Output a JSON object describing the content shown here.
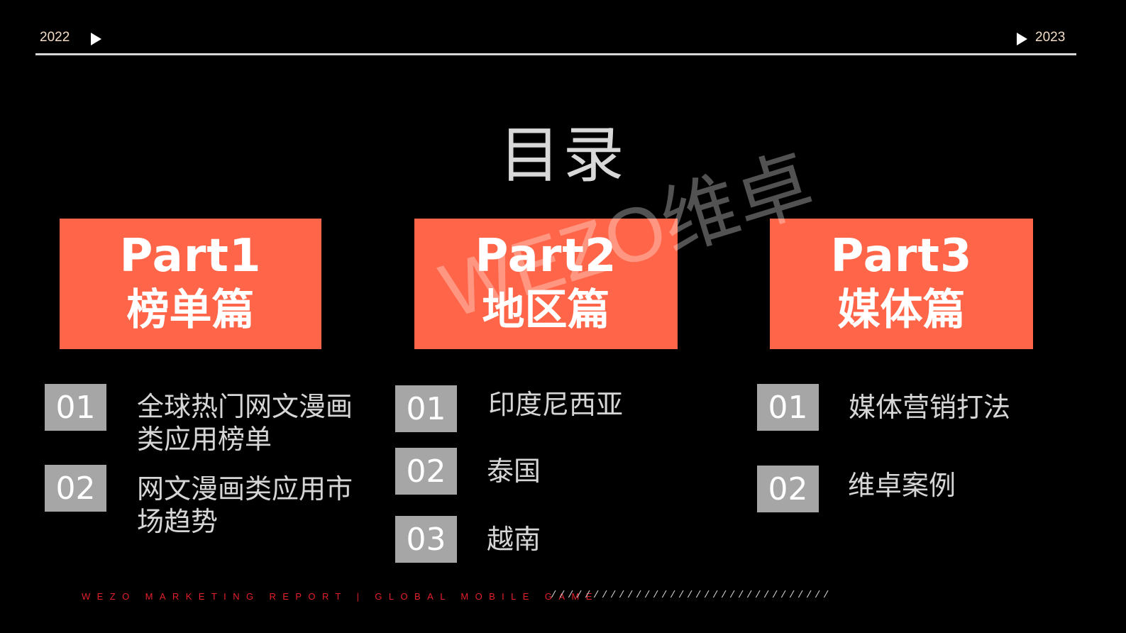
{
  "header": {
    "year_left": "2022",
    "year_right": "2023"
  },
  "title": "目录",
  "watermark": "WEZO维卓",
  "parts": [
    {
      "label": "Part1",
      "name": "榜单篇"
    },
    {
      "label": "Part2",
      "name": "地区篇"
    },
    {
      "label": "Part3",
      "name": "媒体篇"
    }
  ],
  "part1_items": [
    {
      "num": "01",
      "text_line1": "全球热门网文漫画",
      "text_line2": "类应用榜单"
    },
    {
      "num": "02",
      "text_line1": "网文漫画类应用市",
      "text_line2": "场趋势"
    }
  ],
  "part2_items": [
    {
      "num": "01",
      "text": "印度尼西亚"
    },
    {
      "num": "02",
      "text": "泰国"
    },
    {
      "num": "03",
      "text": "越南"
    }
  ],
  "part3_items": [
    {
      "num": "01",
      "text": "媒体营销打法"
    },
    {
      "num": "02",
      "text": "维卓案例"
    }
  ],
  "footer": {
    "text": "WEZO MARKETING REPORT | GLOBAL MOBILE GAME",
    "slashes": "/////////////////////////////////"
  },
  "colors": {
    "accent": "#ff6548",
    "badge": "#a6a6a6",
    "footer_red": "#e4202a",
    "background": "#000000"
  }
}
